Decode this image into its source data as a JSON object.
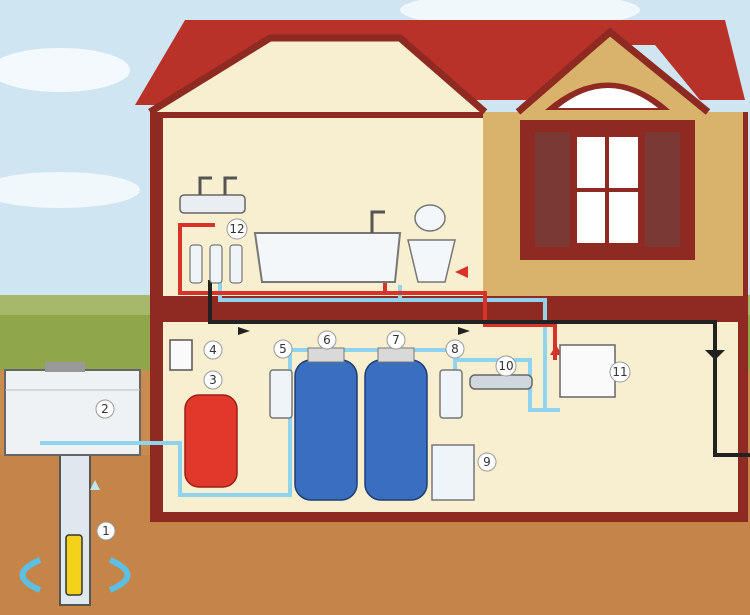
{
  "colors": {
    "sky": "#cfe6f2",
    "ground": "#c98c4f",
    "roof": "#b8322a",
    "wall": "#f7efcf",
    "wall_right": "#d9b36b",
    "frame": "#8e2a22",
    "cold_pipe": "#8fd3ee",
    "hot_pipe": "#d8322a",
    "drain_pipe": "#222222",
    "tank_blue": "#3a6fbf",
    "accumulator_red": "#e0392b"
  },
  "icons": [
    "well-pump-icon",
    "storage-tank-icon",
    "accumulator-tank-icon",
    "pressure-switch-icon",
    "filter-icon",
    "softener-tank-icon",
    "brine-tank-icon",
    "uv-lamp-icon",
    "water-heater-icon",
    "sink-icon",
    "bathtub-icon",
    "toilet-icon",
    "ro-filter-icon",
    "flow-arrow-icon"
  ],
  "labels": [
    {
      "id": "1",
      "text": "1"
    },
    {
      "id": "2",
      "text": "2"
    },
    {
      "id": "3",
      "text": "3"
    },
    {
      "id": "4",
      "text": "4"
    },
    {
      "id": "5",
      "text": "5"
    },
    {
      "id": "6",
      "text": "6"
    },
    {
      "id": "7",
      "text": "7"
    },
    {
      "id": "8",
      "text": "8"
    },
    {
      "id": "9",
      "text": "9"
    },
    {
      "id": "10",
      "text": "10"
    },
    {
      "id": "11",
      "text": "11"
    },
    {
      "id": "12",
      "text": "12"
    }
  ]
}
